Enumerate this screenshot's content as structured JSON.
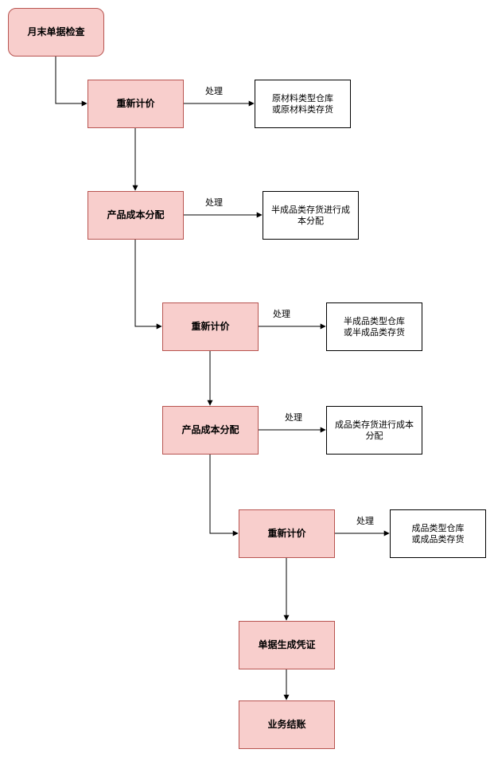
{
  "nodes": {
    "start": "月末单据检查",
    "reprice1": "重新计价",
    "note1": "原材料类型仓库\n或原材料类存货",
    "cost1": "产品成本分配",
    "note2": "半成品类存货进行成\n本分配",
    "reprice2": "重新计价",
    "note3": "半成品类型仓库\n或半成品类存货",
    "cost2": "产品成本分配",
    "note4": "成品类存货进行成本\n分配",
    "reprice3": "重新计价",
    "note5": "成品类型仓库\n或成品类存货",
    "voucher": "单据生成凭证",
    "close": "业务结账"
  },
  "edge_labels": {
    "l1": "处理",
    "l2": "处理",
    "l3": "处理",
    "l4": "处理",
    "l5": "处理"
  },
  "colors": {
    "process_fill": "#f8cecc",
    "process_stroke": "#b85450",
    "note_fill": "#ffffff",
    "note_stroke": "#000000",
    "edge": "#000000"
  }
}
